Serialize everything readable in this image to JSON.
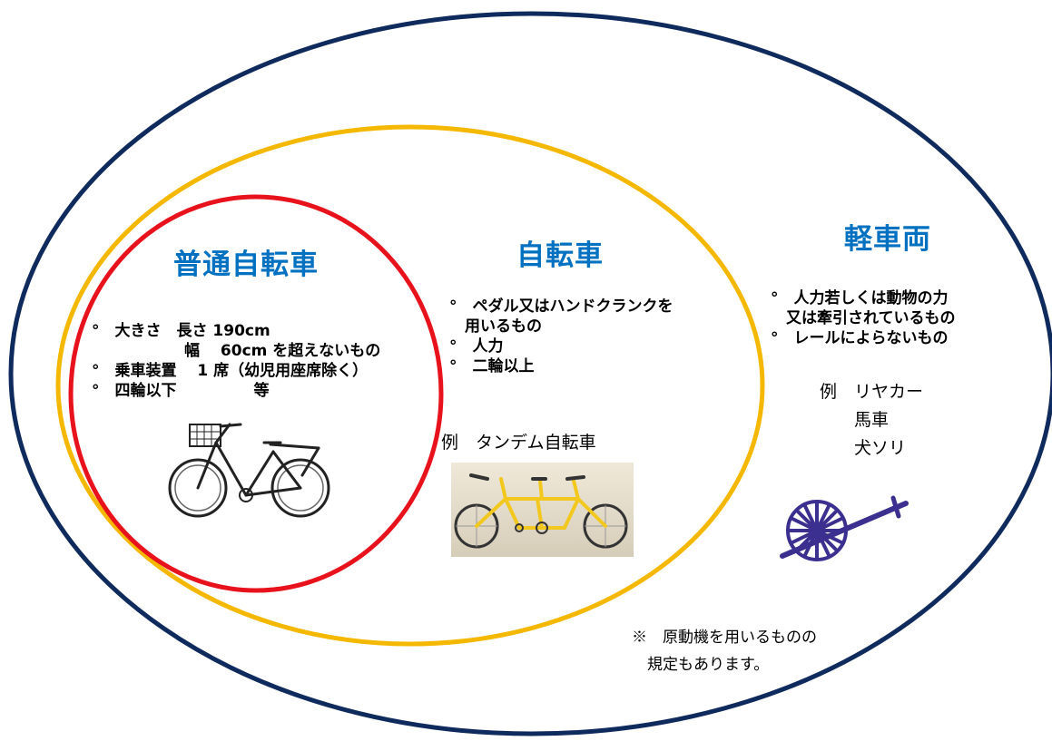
{
  "categories": {
    "light_vehicle": {
      "title": "軽車両",
      "conditions": [
        "°　人力若しくは動物の力",
        "　又は牽引されているもの",
        "°　レールによらないもの"
      ],
      "examples": [
        "例　リヤカー",
        "　　馬車",
        "　　犬ソリ"
      ],
      "icon": "cart-wheel-icon"
    },
    "bicycle": {
      "title": "自転車",
      "conditions": [
        "°　ペダル又はハンドクランクを",
        "　用いるもの",
        "°　人力",
        "°　二輪以上"
      ],
      "example": "例　タンデム自転車",
      "icon": "tandem-bicycle-icon"
    },
    "standard_bicycle": {
      "title": "普通自転車",
      "conditions": [
        "°　大きさ　長さ 190cm",
        "　　　　　　幅　 60cm を超えないもの",
        "°　乗車装置　 1 席（幼児用座席除く）",
        "°　四輪以下　　　　　等"
      ],
      "icon": "city-bicycle-icon"
    }
  },
  "note": [
    "※　原動機を用いるものの",
    "　規定もあります。"
  ],
  "colors": {
    "light_vehicle_ring": "#0f2a5c",
    "bicycle_ring": "#f5b800",
    "standard_bicycle_ring": "#e8121c",
    "heading": "#0070c0",
    "tandem_frame": "#f2c81e",
    "cart": "#3b2f8f"
  }
}
